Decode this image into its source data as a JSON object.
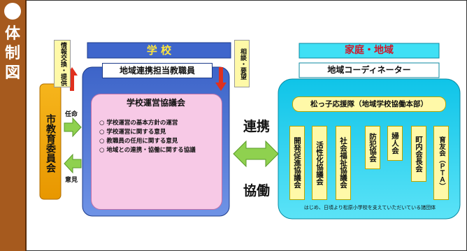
{
  "sidebar": {
    "bullet": "●",
    "chars": [
      "体",
      "制",
      "図"
    ]
  },
  "school": {
    "header": "学 校",
    "liaison_teacher": "地域連携担当教職員",
    "council_title": "学校運営協議会",
    "council_items": [
      "○ 学校運営の基本方針の運営",
      "○ 学校運営に関する意見",
      "○ 教職員の任用に関する意見",
      "○ 地域との連携・協働に関する協議"
    ]
  },
  "left_note": "情報交換・提供",
  "right_note": "相談・要望",
  "board": {
    "label": "市教育委員会",
    "appoint": "任命",
    "opinion": "意見"
  },
  "center": {
    "renkei": "連携",
    "kyodo": "協働"
  },
  "community": {
    "header": "家庭・地域",
    "coordinator": "地域コーディネーター",
    "hq_title": "松っ子応援隊（地域学校協働本部）",
    "orgs": [
      "開発促進協議会",
      "活性化協議会",
      "社会福祉協議会",
      "防犯協会",
      "婦人会",
      "町内会長会",
      "育友会（ＰＴＡ）"
    ],
    "footnote": "はじめ、日頃より松原小学校を支えていただいている諸団体"
  },
  "colors": {
    "sidebar": "#a65a1e",
    "school_blue": "#5b7fd6",
    "community_cyan": "#22d6f0",
    "pink": "#f7c9e6",
    "board_orange": "#f0a400",
    "arrow_green": "#8fd14f",
    "arrow_red": "#e0301e"
  }
}
